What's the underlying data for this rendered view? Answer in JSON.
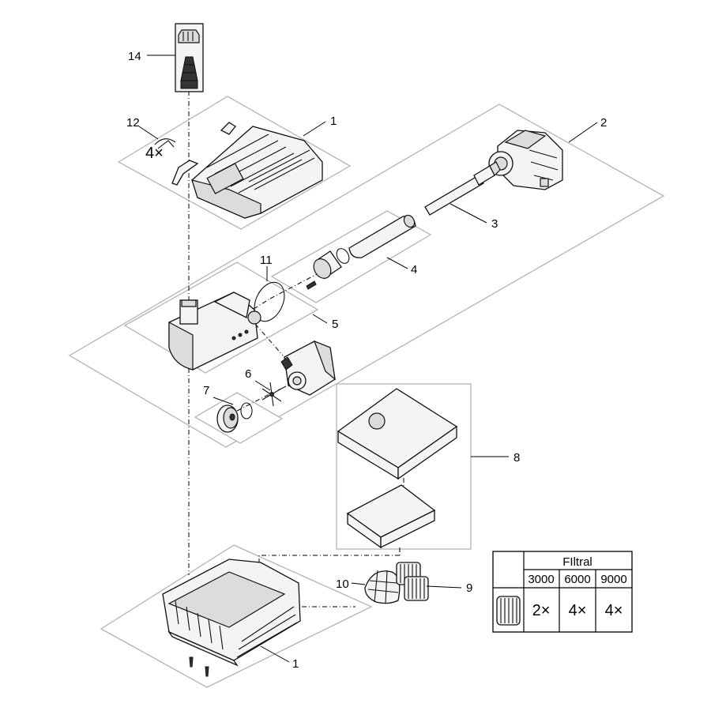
{
  "callouts": {
    "c1_top": "1",
    "c2": "2",
    "c3": "3",
    "c4": "4",
    "c5": "5",
    "c6": "6",
    "c7": "7",
    "c8": "8",
    "c9": "9",
    "c10": "10",
    "c11": "11",
    "c12": "12",
    "c14": "14",
    "c1_bottom": "1"
  },
  "quantity_note": "4×",
  "table": {
    "header": "FIltral",
    "columns": [
      "3000",
      "6000",
      "9000"
    ],
    "row_values": [
      "2×",
      "4×",
      "4×"
    ]
  }
}
